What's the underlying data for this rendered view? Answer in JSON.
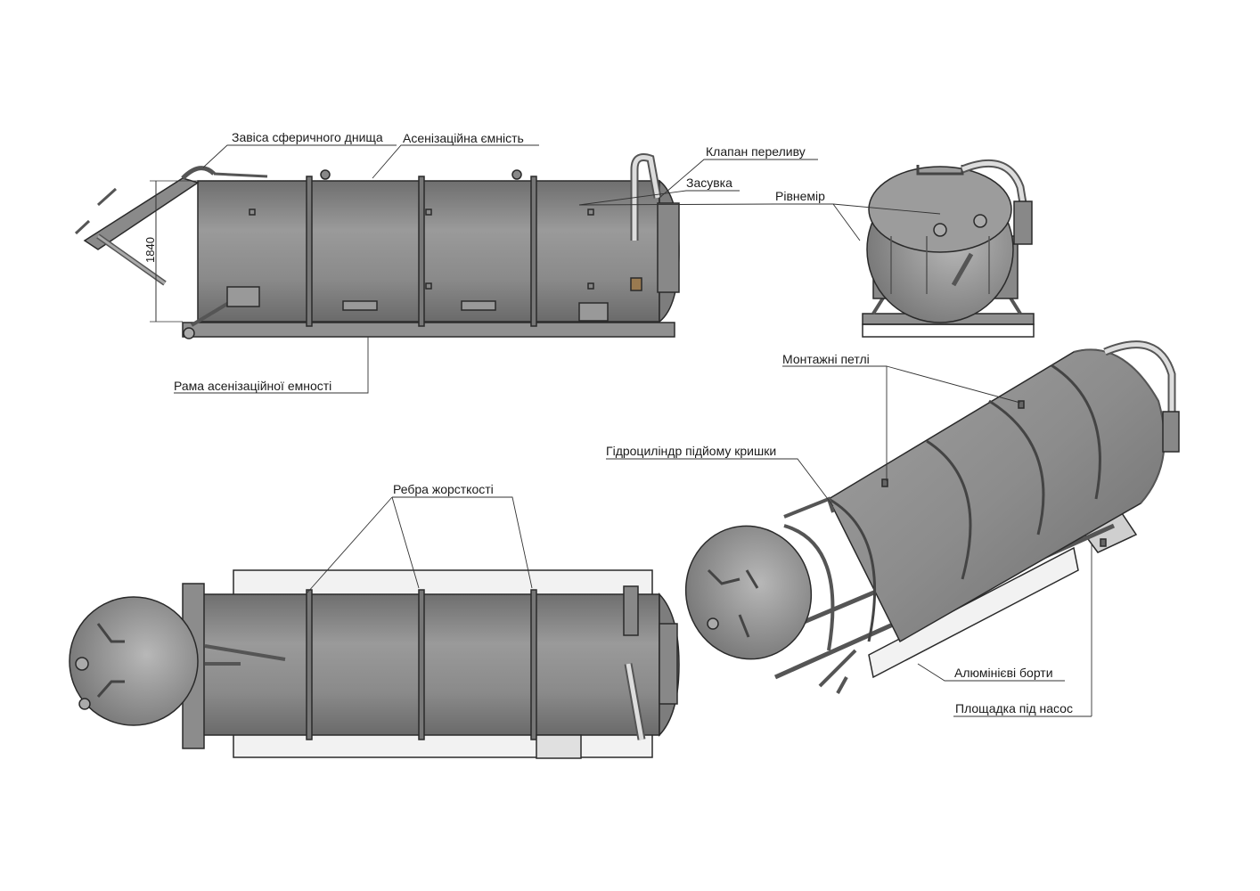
{
  "labels": {
    "hinge": "Завіса сферичного днища",
    "tank": "Асенізаційна ємність",
    "overflow_valve": "Клапан переливу",
    "gate_valve": "Засувка",
    "level_gauge": "Рівнемір",
    "frame": "Рама асенізаційної емності",
    "lifting_eyes": "Монтажні петлі",
    "hydraulic_cylinder": "Гідроциліндр підйому кришки",
    "stiffening_ribs": "Ребра жорсткості",
    "aluminum_sides": "Алюмінієві борти",
    "pump_platform": "Площадка під насос"
  },
  "dimension": "1840",
  "colors": {
    "tank_fill": "#8a8a8a",
    "tank_dark": "#6f6f6f",
    "line": "#2a2a2a",
    "platform": "#f2f2f2"
  }
}
